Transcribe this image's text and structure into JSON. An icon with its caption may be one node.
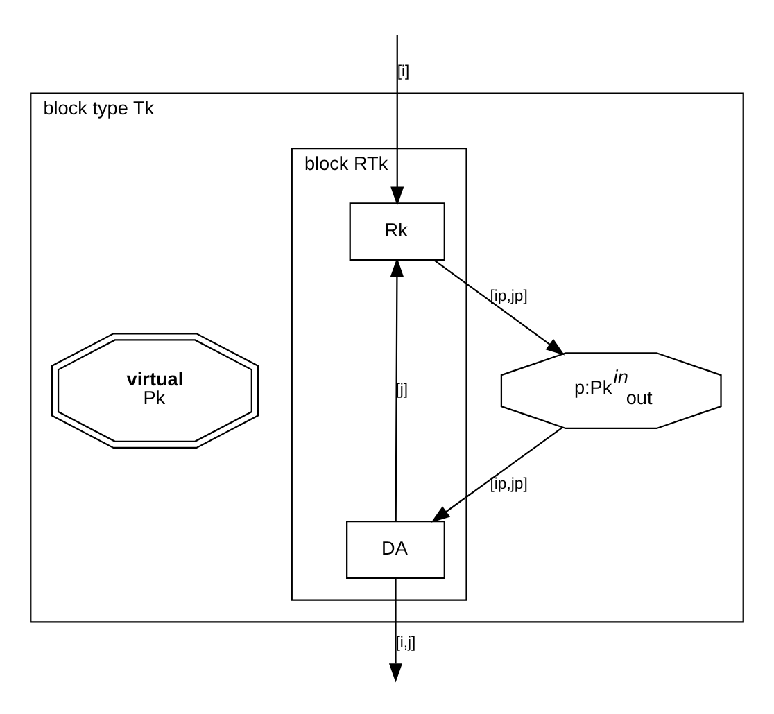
{
  "diagram": {
    "nodes": [
      {
        "text": [
          "block type Tk"
        ]
      },
      {
        "text": [
          "block RTk"
        ],
        "in": 0
      },
      {
        "text": [
          "Rk"
        ],
        "in": 1
      },
      {
        "text": [
          "virtual",
          "Pk"
        ],
        "in": 0
      },
      {
        "text": [
          "p:Pk$^{in}$$_{out}$"
        ],
        "in": 0
      },
      {
        "text": [
          "DA"
        ],
        "in": 1
      }
    ],
    "edges": [
      {
        "from": null,
        "to": 2,
        "arrow": "to",
        "label": "[i]"
      },
      {
        "from": 5,
        "to": 2,
        "arrow": "to",
        "label": "[j]"
      },
      {
        "from": 2,
        "to": 4,
        "arrow": "to",
        "label": "[ip,jp]"
      },
      {
        "from": 4,
        "to": 5,
        "arrow": "to",
        "label": "[ip,jp]"
      },
      {
        "from": 5,
        "to": null,
        "arrow": "to",
        "label": "[i,j]"
      }
    ]
  }
}
